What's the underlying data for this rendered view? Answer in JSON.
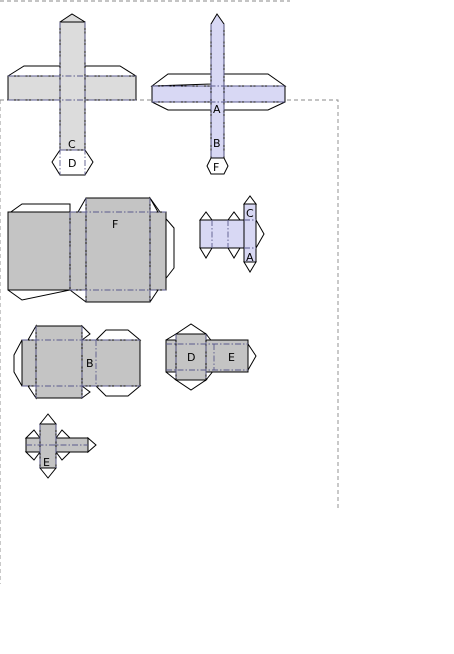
{
  "colors": {
    "panel_gray": "#dcdcdc",
    "panel_blue": "#d8d8f4",
    "panel_dark": "#c4c4c4",
    "fold_line": "#5a5a8c"
  },
  "labels": {
    "net1_c": "C",
    "net1_d": "D",
    "net2_a": "A",
    "net2_b": "B",
    "net2_f": "F",
    "net3_f": "F",
    "net4_c": "C",
    "net4_a": "A",
    "net5_b": "B",
    "net6_d": "D",
    "net6_e": "E",
    "net7_e": "E"
  }
}
